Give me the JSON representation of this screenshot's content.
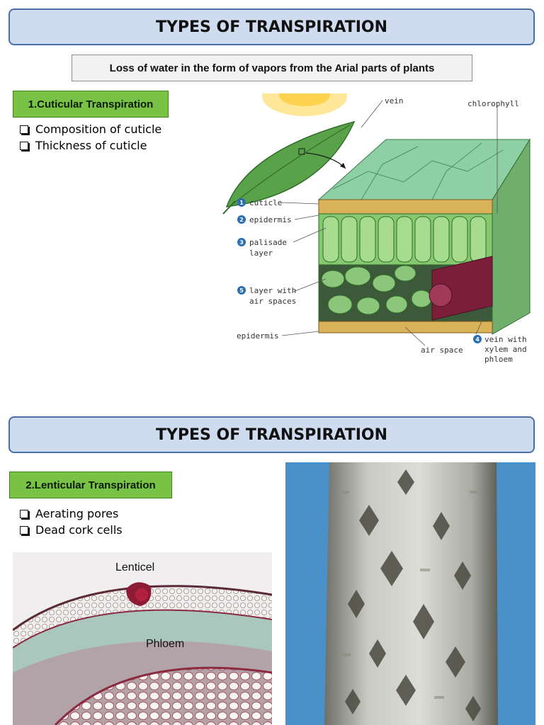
{
  "slide1": {
    "title": "TYPES OF TRANSPIRATION",
    "definition": "Loss of water in the form of vapors from the Arial parts of plants",
    "section_label": "1.Cuticular Transpiration",
    "bullets": [
      "Composition of cuticle",
      "Thickness of cuticle"
    ],
    "diagram_labels": {
      "vein": "vein",
      "chlorophyll": "chlorophyll",
      "cuticle": "cuticle",
      "epidermis_top": "epidermis",
      "palisade_1": "palisade",
      "palisade_2": "layer",
      "airlayer_1": "layer with",
      "airlayer_2": "air spaces",
      "epidermis_bottom": "epidermis",
      "air_space": "air space",
      "vein_xylem_1": "vein with",
      "vein_xylem_2": "xylem and",
      "vein_xylem_3": "phloem",
      "num_cuticle": "1",
      "num_epidermis": "2",
      "num_palisade": "3",
      "num_airlayer": "5",
      "num_vein": "4"
    }
  },
  "slide2": {
    "title": "TYPES OF TRANSPIRATION",
    "section_label": "2.Lenticular Transpiration",
    "bullets": [
      "Aerating pores",
      "Dead cork cells"
    ],
    "micrograph_labels": {
      "lenticel": "Lenticel",
      "phloem": "Phloem"
    }
  }
}
